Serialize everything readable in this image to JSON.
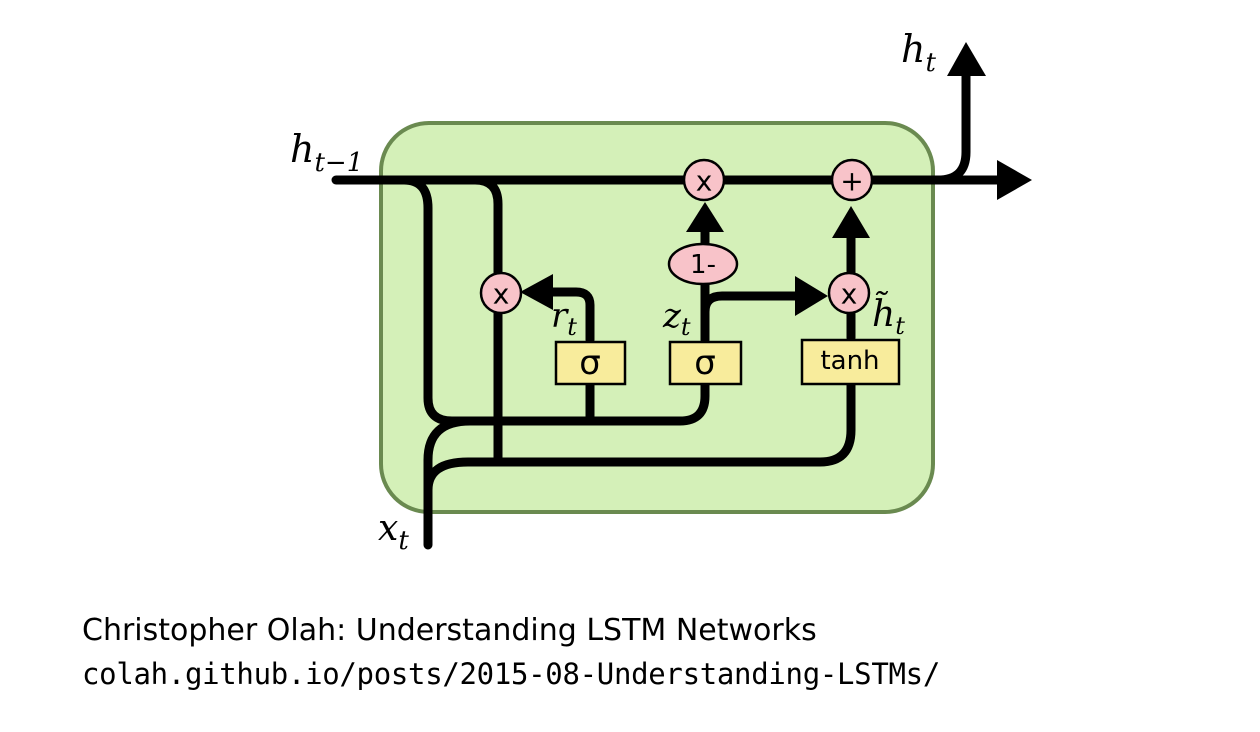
{
  "diagram": {
    "colors": {
      "cell_fill": "#d4f0b8",
      "cell_border": "#6a8a50",
      "operator_fill": "#f8c3c9",
      "gate_fill": "#f8ec9c",
      "wire": "#000000"
    },
    "labels": {
      "h_out": {
        "base": "h",
        "sub": "t"
      },
      "h_prev": {
        "base": "h",
        "sub": "t−1"
      },
      "x_in": {
        "base": "x",
        "sub": "t"
      },
      "r": {
        "base": "r",
        "sub": "t"
      },
      "z": {
        "base": "z",
        "sub": "t"
      },
      "h_tilde": {
        "base": "h̃",
        "sub": "t"
      }
    },
    "operators": {
      "mult_top": "x",
      "add_top": "+",
      "one_minus": "1-",
      "mult_reset": "x",
      "mult_candidate": "x"
    },
    "gates": {
      "reset_gate": "σ",
      "update_gate": "σ",
      "candidate": "tanh"
    }
  },
  "caption": {
    "line1": "Christopher Olah: Understanding LSTM Networks",
    "line2": "colah.github.io/posts/2015-08-Understanding-LSTMs/"
  }
}
